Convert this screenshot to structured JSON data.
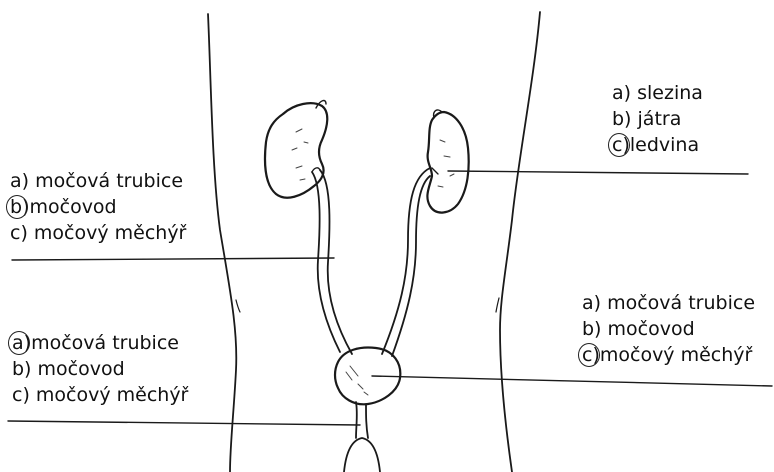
{
  "groups": [
    {
      "id": "kidney",
      "options": [
        {
          "letter": "a)",
          "text": " slezina",
          "circled": false
        },
        {
          "letter": "b)",
          "text": " játra",
          "circled": false
        },
        {
          "letter": "c)",
          "text": "ledvina",
          "circled": true
        }
      ]
    },
    {
      "id": "ureter",
      "options": [
        {
          "letter": "a)",
          "text": " močová trubice",
          "circled": false
        },
        {
          "letter": "b)",
          "text": "močovod",
          "circled": true
        },
        {
          "letter": "c)",
          "text": " močový měchýř",
          "circled": false
        }
      ]
    },
    {
      "id": "urethra",
      "options": [
        {
          "letter": "a)",
          "text": "močová trubice",
          "circled": true
        },
        {
          "letter": "b)",
          "text": " močovod",
          "circled": false
        },
        {
          "letter": "c)",
          "text": " močový měchýř",
          "circled": false
        }
      ]
    },
    {
      "id": "bladder",
      "options": [
        {
          "letter": "a)",
          "text": " močová trubice",
          "circled": false
        },
        {
          "letter": "b)",
          "text": " močovod",
          "circled": false
        },
        {
          "letter": "c)",
          "text": "močový měchýř",
          "circled": true
        }
      ]
    }
  ]
}
